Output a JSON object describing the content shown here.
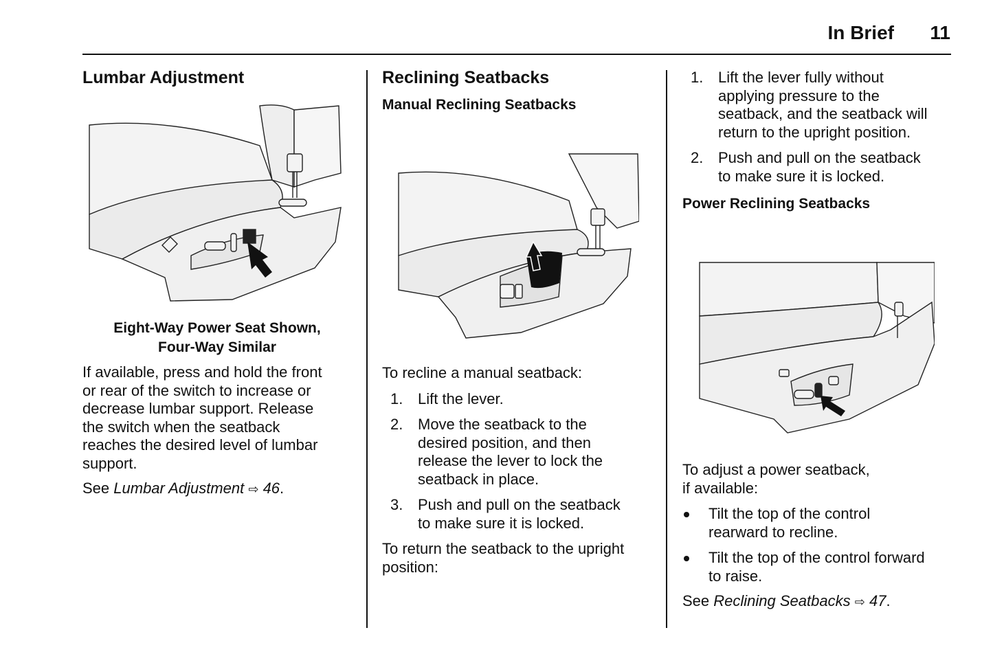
{
  "header": {
    "section": "In Brief",
    "page": "11"
  },
  "col1": {
    "heading": "Lumbar Adjustment",
    "figure": "seat-power-lumbar-illustration",
    "caption_line1": "Eight-Way Power Seat Shown,",
    "caption_line2": "Four-Way Similar",
    "body_lines": [
      "If available, press and hold the front",
      "or rear of the switch to increase or",
      "decrease lumbar support. Release",
      "the switch when the seatback",
      "reaches the desired level of lumbar",
      "support."
    ],
    "see_prefix": "See ",
    "see_ref": "Lumbar Adjustment",
    "see_arrow": "⇨",
    "see_page": "46",
    "see_suffix": "."
  },
  "col2": {
    "heading": "Reclining Seatbacks",
    "subheading": "Manual Reclining Seatbacks",
    "figure": "seat-manual-recline-lever-illustration",
    "intro": "To recline a manual seatback:",
    "steps": [
      {
        "num": "1.",
        "lines": [
          "Lift the lever."
        ]
      },
      {
        "num": "2.",
        "lines": [
          "Move the seatback to the",
          "desired position, and then",
          "release the lever to lock the",
          "seatback in place."
        ]
      },
      {
        "num": "3.",
        "lines": [
          "Push and pull on the seatback",
          "to make sure it is locked."
        ]
      }
    ],
    "return_lines": [
      "To return the seatback to the upright",
      "position:"
    ]
  },
  "col3": {
    "steps": [
      {
        "num": "1.",
        "lines": [
          "Lift the lever fully without",
          "applying pressure to the",
          "seatback, and the seatback will",
          "return to the upright position."
        ]
      },
      {
        "num": "2.",
        "lines": [
          "Push and pull on the seatback",
          "to make sure it is locked."
        ]
      }
    ],
    "subheading": "Power Reclining Seatbacks",
    "figure": "seat-power-recline-switch-illustration",
    "intro_lines": [
      "To adjust a power seatback,",
      "if available:"
    ],
    "bullets": [
      {
        "lines": [
          "Tilt the top of the control",
          "rearward to recline."
        ]
      },
      {
        "lines": [
          "Tilt the top of the control forward",
          "to raise."
        ]
      }
    ],
    "see_prefix": "See ",
    "see_ref": "Reclining Seatbacks",
    "see_arrow": "⇨",
    "see_page": "47",
    "see_suffix": "."
  }
}
